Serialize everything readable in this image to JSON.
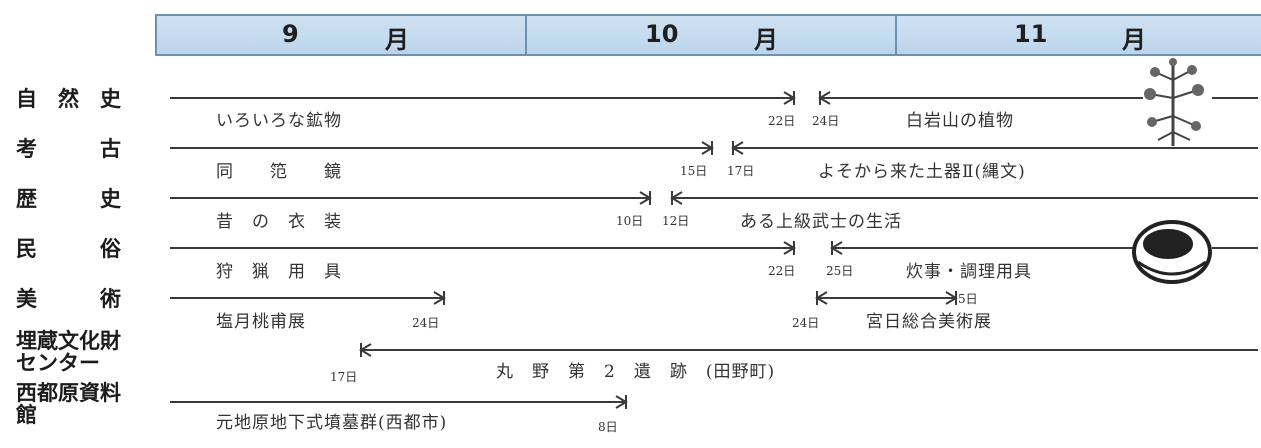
{
  "months": [
    {
      "num": "9",
      "kanji": "月"
    },
    {
      "num": "10",
      "kanji": "月"
    },
    {
      "num": "11",
      "kanji": "月"
    }
  ],
  "rows": [
    {
      "category": "自　然　史",
      "first_exhibit": "いろいろな鉱物",
      "first_end": "22日",
      "second_start": "24日",
      "second_exhibit": "白岩山の植物"
    },
    {
      "category": "考　　　古",
      "first_exhibit": "同　　笵　　鏡",
      "first_end": "15日",
      "second_start": "17日",
      "second_exhibit": "よそから来た土器Ⅱ(縄文)"
    },
    {
      "category": "歴　　　史",
      "first_exhibit": "昔　の　衣　装",
      "first_end": "10日",
      "second_start": "12日",
      "second_exhibit": "ある上級武士の生活"
    },
    {
      "category": "民　　　俗",
      "first_exhibit": "狩　猟　用　具",
      "first_end": "22日",
      "second_start": "25日",
      "second_exhibit": "炊事・調理用具"
    },
    {
      "category": "美　　　術",
      "first_exhibit": "塩月桃甫展",
      "first_end": "24日",
      "second_start": "24日",
      "second_end": "5日",
      "second_exhibit": "宮日総合美術展"
    },
    {
      "category_line1": "埋蔵文化財",
      "category_line2": "センター",
      "start": "17日",
      "exhibit": "丸　野　第　2　遺　跡　(田野町)"
    },
    {
      "category_line1": "西都原資料",
      "category_line2": "館",
      "exhibit": "元地原地下式墳墓群(西都市)",
      "end": "8日"
    }
  ],
  "icons": [
    "plant-illustration",
    "cooking-pot-illustration"
  ]
}
